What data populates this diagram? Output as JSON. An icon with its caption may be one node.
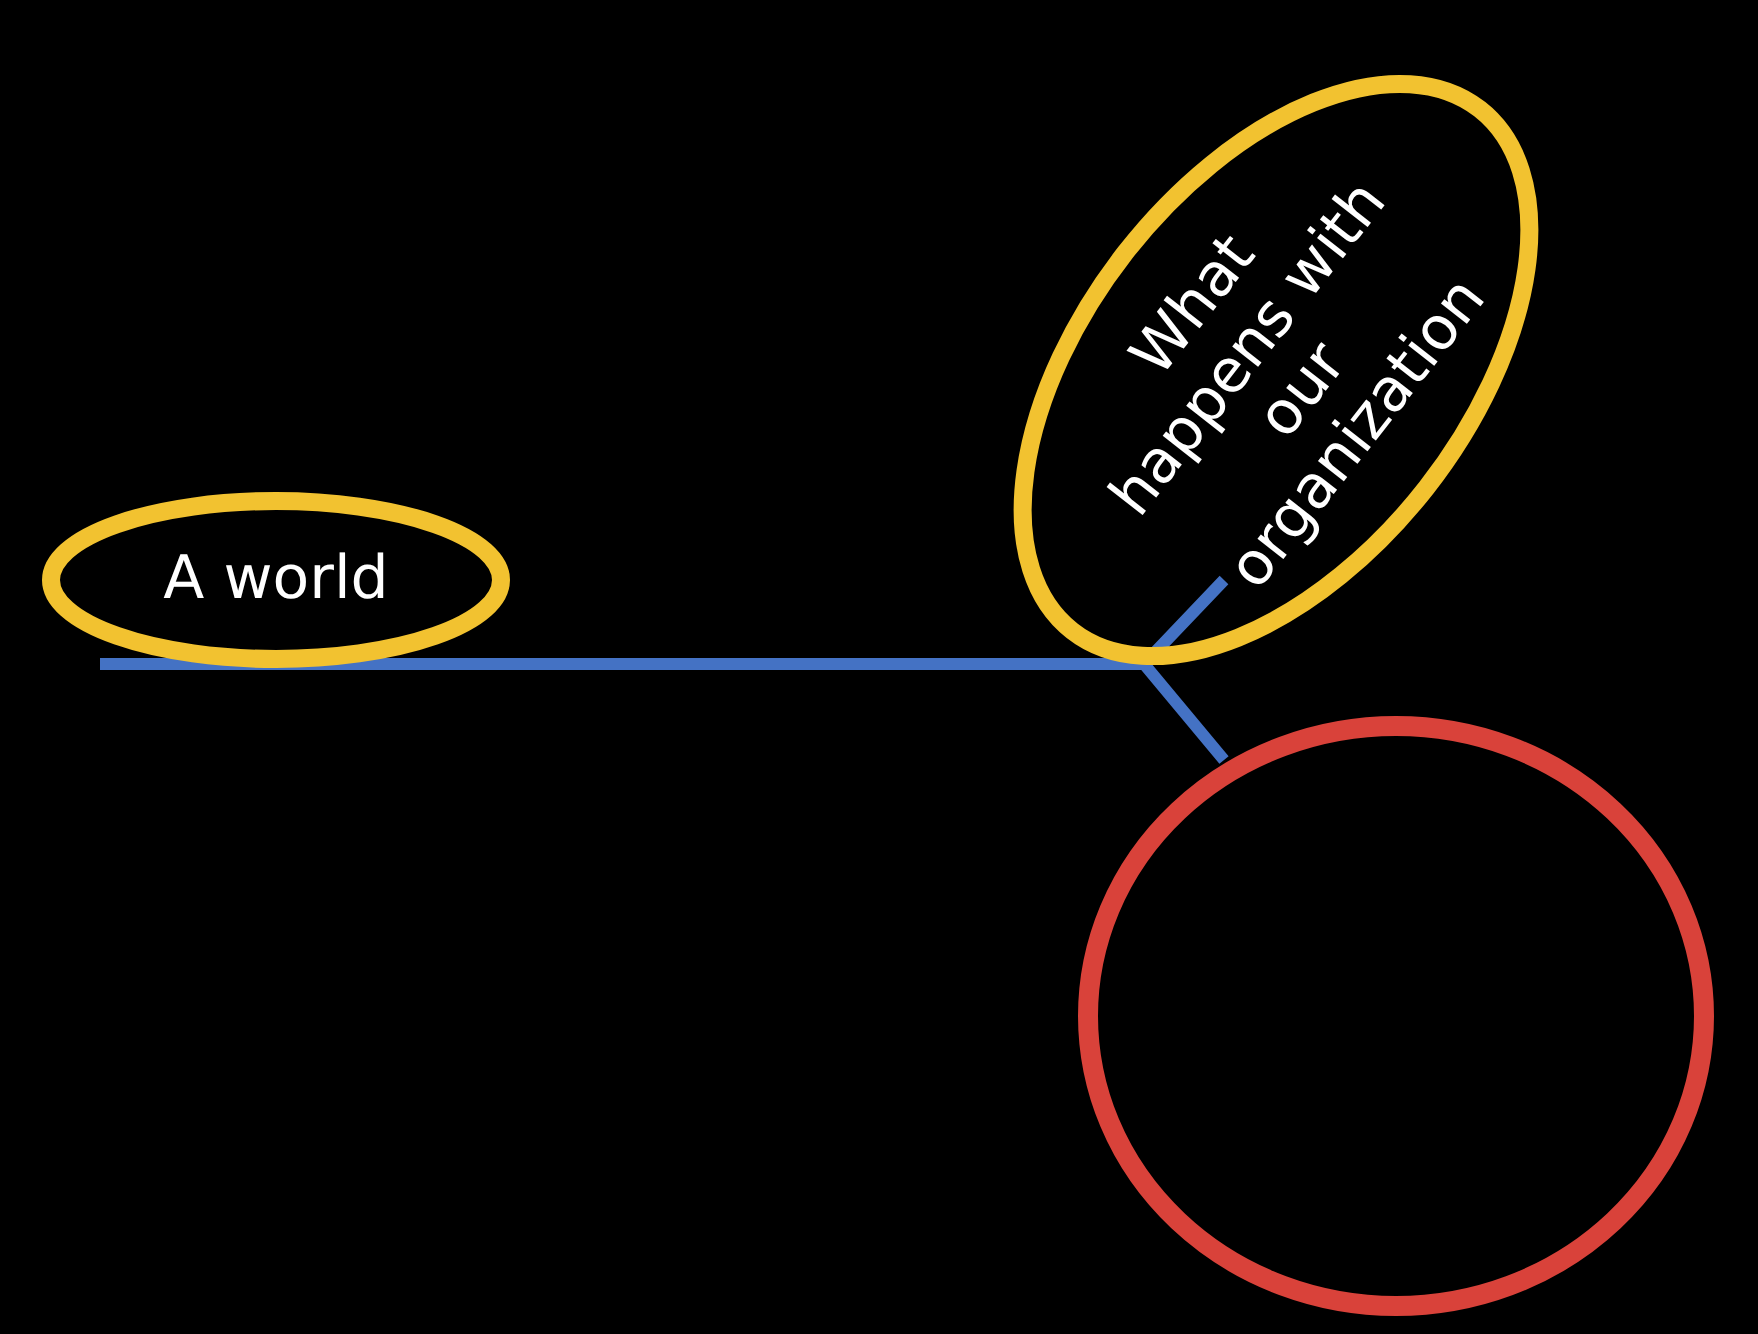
{
  "diagram": {
    "nodes": [
      {
        "text": [
          "A world"
        ]
      },
      {
        "text": [
          "What happens with our organization"
        ]
      },
      {
        "text": [],
        "shape": "circle"
      }
    ],
    "edges": [
      {
        "from": 0,
        "to": 1,
        "arrow": "none"
      },
      {
        "from": 0,
        "to": 2,
        "arrow": "none"
      }
    ]
  }
}
